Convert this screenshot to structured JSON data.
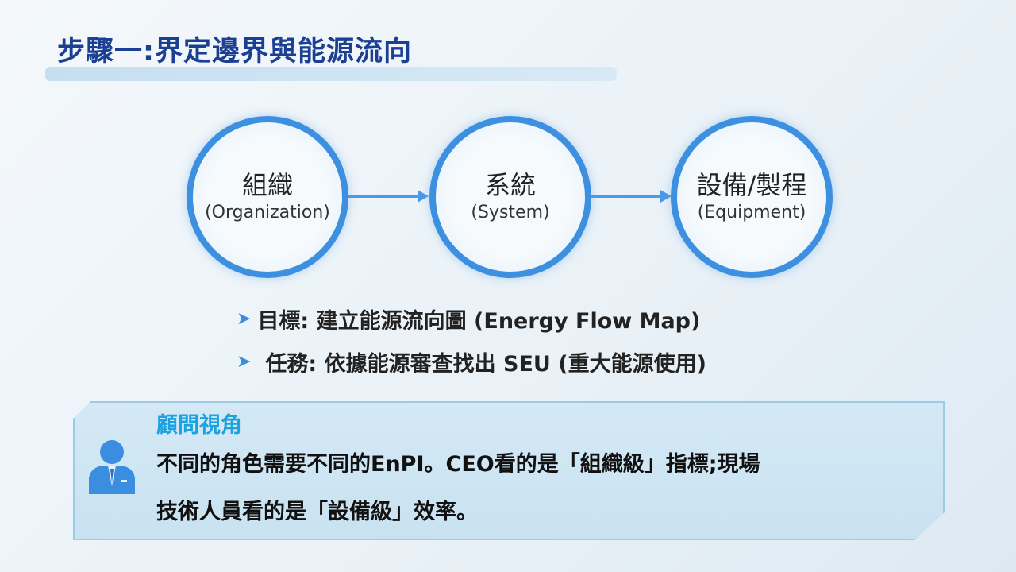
{
  "title": "步驟一:界定邊界與能源流向",
  "flow": [
    {
      "cn": "組織",
      "en": "(Organization)"
    },
    {
      "cn": "系統",
      "en": "(System)"
    },
    {
      "cn": "設備/製程",
      "en": "(Equipment)"
    }
  ],
  "bullets": [
    "目標: 建立能源流向圖 (Energy Flow Map)",
    "任務: 依據能源審查找出 SEU (重大能源使用)"
  ],
  "consultant": {
    "label": "顧問視角",
    "line1": "不同的角色需要不同的EnPI。CEO看的是「組織級」指標;現場",
    "line2": "技術人員看的是「設備級」效率。"
  },
  "colors": {
    "accent": "#3d8fe0",
    "title": "#1b3f93",
    "label": "#1aa3e0"
  }
}
